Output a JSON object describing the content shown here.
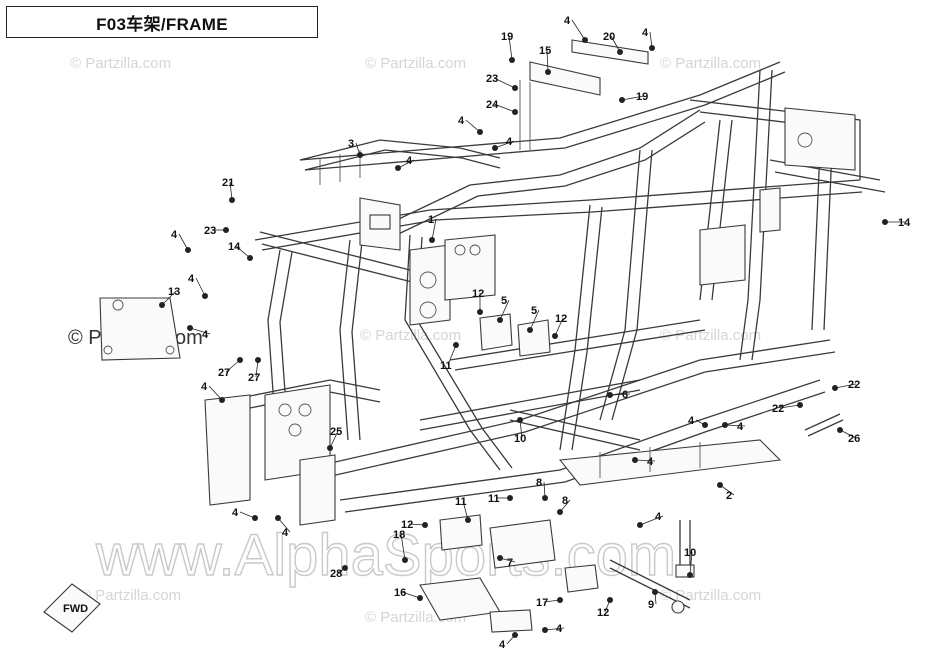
{
  "header": {
    "title": "F03车架/FRAME"
  },
  "watermarks": {
    "partzilla": "© Partzilla.com",
    "alpha": "www.AlphaSports.com"
  },
  "badge": {
    "fwd": "FWD"
  },
  "callouts": [
    {
      "id": "c-4a",
      "text": "4"
    },
    {
      "id": "c-20",
      "text": "20"
    },
    {
      "id": "c-19a",
      "text": "19"
    },
    {
      "id": "c-15",
      "text": "15"
    },
    {
      "id": "c-4b",
      "text": "4"
    },
    {
      "id": "c-23a",
      "text": "23"
    },
    {
      "id": "c-19b",
      "text": "19"
    },
    {
      "id": "c-24",
      "text": "24"
    },
    {
      "id": "c-3",
      "text": "3"
    },
    {
      "id": "c-4c",
      "text": "4"
    },
    {
      "id": "c-4d",
      "text": "4"
    },
    {
      "id": "c-4e",
      "text": "4"
    },
    {
      "id": "c-21",
      "text": "21"
    },
    {
      "id": "c-23b",
      "text": "23"
    },
    {
      "id": "c-1",
      "text": "1"
    },
    {
      "id": "c-14a",
      "text": "14"
    },
    {
      "id": "c-14b",
      "text": "14"
    },
    {
      "id": "c-4f",
      "text": "4"
    },
    {
      "id": "c-4g",
      "text": "4"
    },
    {
      "id": "c-13",
      "text": "13"
    },
    {
      "id": "c-4h",
      "text": "4"
    },
    {
      "id": "c-12a",
      "text": "12"
    },
    {
      "id": "c-5a",
      "text": "5"
    },
    {
      "id": "c-5b",
      "text": "5"
    },
    {
      "id": "c-12b",
      "text": "12"
    },
    {
      "id": "c-11a",
      "text": "11"
    },
    {
      "id": "c-27a",
      "text": "27"
    },
    {
      "id": "c-27b",
      "text": "27"
    },
    {
      "id": "c-4i",
      "text": "4"
    },
    {
      "id": "c-6",
      "text": "6"
    },
    {
      "id": "c-22a",
      "text": "22"
    },
    {
      "id": "c-22b",
      "text": "22"
    },
    {
      "id": "c-4j",
      "text": "4"
    },
    {
      "id": "c-4k",
      "text": "4"
    },
    {
      "id": "c-26",
      "text": "26"
    },
    {
      "id": "c-10a",
      "text": "10"
    },
    {
      "id": "c-25",
      "text": "25"
    },
    {
      "id": "c-4l",
      "text": "4"
    },
    {
      "id": "c-2",
      "text": "2"
    },
    {
      "id": "c-8a",
      "text": "8"
    },
    {
      "id": "c-11b",
      "text": "11"
    },
    {
      "id": "c-11c",
      "text": "11"
    },
    {
      "id": "c-8b",
      "text": "8"
    },
    {
      "id": "c-4m",
      "text": "4"
    },
    {
      "id": "c-4n",
      "text": "4"
    },
    {
      "id": "c-12c",
      "text": "12"
    },
    {
      "id": "c-18",
      "text": "18"
    },
    {
      "id": "c-4o",
      "text": "4"
    },
    {
      "id": "c-7",
      "text": "7"
    },
    {
      "id": "c-10b",
      "text": "10"
    },
    {
      "id": "c-28",
      "text": "28"
    },
    {
      "id": "c-9",
      "text": "9"
    },
    {
      "id": "c-16",
      "text": "16"
    },
    {
      "id": "c-17",
      "text": "17"
    },
    {
      "id": "c-12d",
      "text": "12"
    },
    {
      "id": "c-4p",
      "text": "4"
    },
    {
      "id": "c-4q",
      "text": "4"
    }
  ]
}
